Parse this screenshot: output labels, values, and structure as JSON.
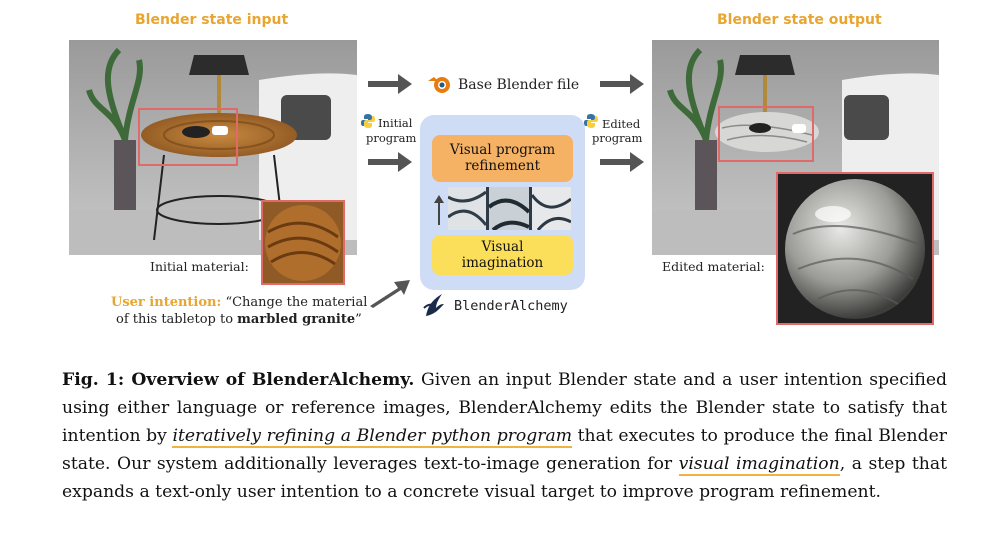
{
  "figure": {
    "input_title": "Blender state input",
    "output_title": "Blender state output",
    "base_file_label": "Base Blender file",
    "initial_program_label": [
      "Initial",
      "program"
    ],
    "edited_program_label": [
      "Edited",
      "program"
    ],
    "panel": {
      "refinement_label": [
        "Visual program",
        "refinement"
      ],
      "imagination_label": [
        "Visual",
        "imagination"
      ],
      "system_name": "BlenderAlchemy"
    },
    "initial_material_label": "Initial material:",
    "edited_material_label": "Edited material:",
    "user_intention": {
      "prefix": "User intention:",
      "text_line1": "“Change the material",
      "text_line2_start": "of this tabletop to ",
      "text_bold": "marbled granite",
      "text_end": "”"
    },
    "colors": {
      "accent_orange": "#e8a530",
      "panel_blue": "#cfdcf6",
      "block_orange": "#f5b265",
      "block_yellow": "#fbde5a",
      "highlight_red": "#e06a6a"
    }
  },
  "caption": {
    "label": "Fig. 1: Overview of BlenderAlchemy.",
    "part1": " Given an input Blender state and a user intention specified using either language or reference images, BlenderAlchemy edits the Blender state to satisfy that intention by ",
    "highlight1": "iteratively refining a Blender python program",
    "part2": " that executes to produce the final Blender state. Our system additionally leverages text-to-image generation for ",
    "highlight2": "visual imagination",
    "part3": ", a step that expands a text-only user intention to a concrete visual target to improve program refinement."
  }
}
